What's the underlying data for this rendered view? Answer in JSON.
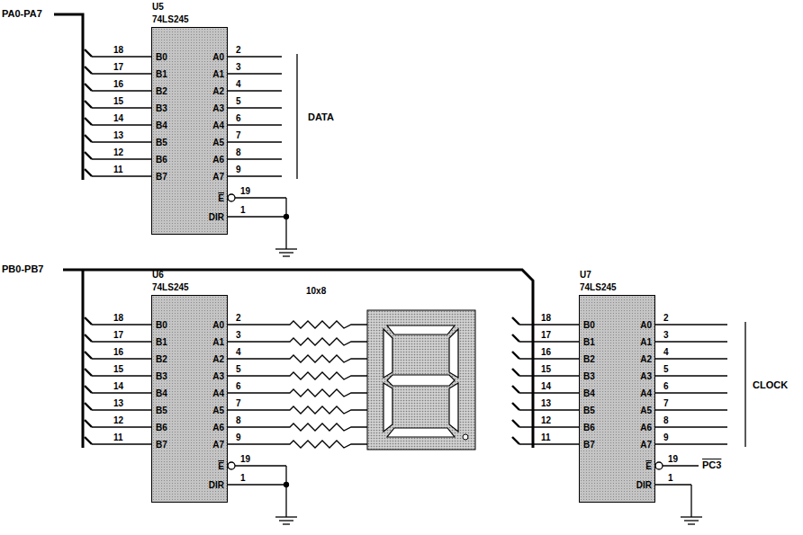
{
  "diagram": {
    "nodes": [
      {
        "text": [
          "U5",
          "74LS245",
          "B0",
          "B1",
          "B2",
          "B3",
          "B4",
          "B5",
          "B6",
          "B7",
          "A0",
          "A1",
          "A2",
          "A3",
          "A4",
          "A5",
          "A6",
          "A7",
          "E",
          "DIR"
        ]
      },
      {
        "text": [
          "U6",
          "74LS245",
          "B0",
          "B1",
          "B2",
          "B3",
          "B4",
          "B5",
          "B6",
          "B7",
          "A0",
          "A1",
          "A2",
          "A3",
          "A4",
          "A5",
          "A6",
          "A7",
          "E",
          "DIR"
        ]
      },
      {
        "text": [
          "U7",
          "74LS245",
          "B0",
          "B1",
          "B2",
          "B3",
          "B4",
          "B5",
          "B6",
          "B7",
          "A0",
          "A1",
          "A2",
          "A3",
          "A4",
          "A5",
          "A6",
          "A7",
          "E",
          "DIR"
        ]
      }
    ],
    "labels": [
      "PA0-PA7",
      "DATA",
      "PB0-PB7",
      "10x8",
      "CLOCK",
      "PC3",
      "18",
      "17",
      "16",
      "15",
      "14",
      "13",
      "12",
      "11",
      "2",
      "3",
      "4",
      "5",
      "6",
      "7",
      "8",
      "9",
      "19",
      "1",
      "18",
      "17",
      "16",
      "15",
      "14",
      "13",
      "12",
      "11",
      "2",
      "3",
      "4",
      "5",
      "6",
      "7",
      "8",
      "9",
      "19",
      "1",
      "18",
      "17",
      "16",
      "15",
      "14",
      "13",
      "12",
      "11",
      "2",
      "3",
      "4",
      "5",
      "6",
      "7",
      "8",
      "9",
      "19",
      "1"
    ]
  }
}
